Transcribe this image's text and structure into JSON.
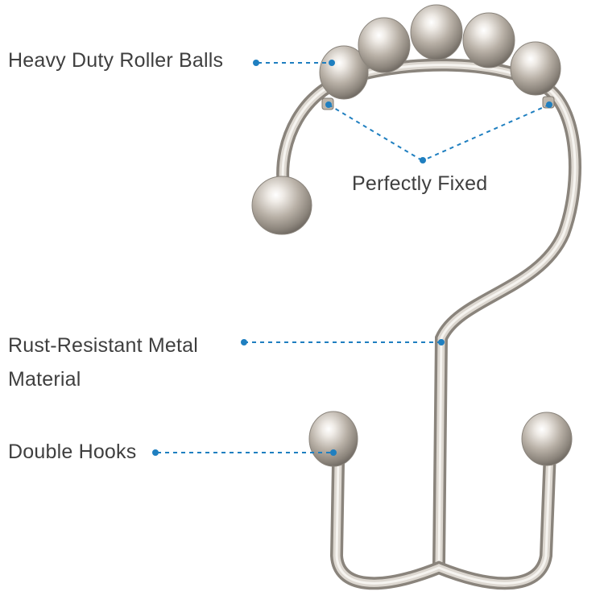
{
  "image": {
    "subject": "shower curtain hook",
    "accent_color": "#1f7fc0",
    "text_color": "#3f3f3f",
    "metal_color": "#c9c2b9"
  },
  "callouts": {
    "roller_balls": "Heavy Duty Roller Balls",
    "perfectly_fixed": "Perfectly Fixed",
    "rust_resistant_line1": "Rust-Resistant Metal",
    "rust_resistant_line2": "Material",
    "double_hooks": "Double Hooks"
  }
}
